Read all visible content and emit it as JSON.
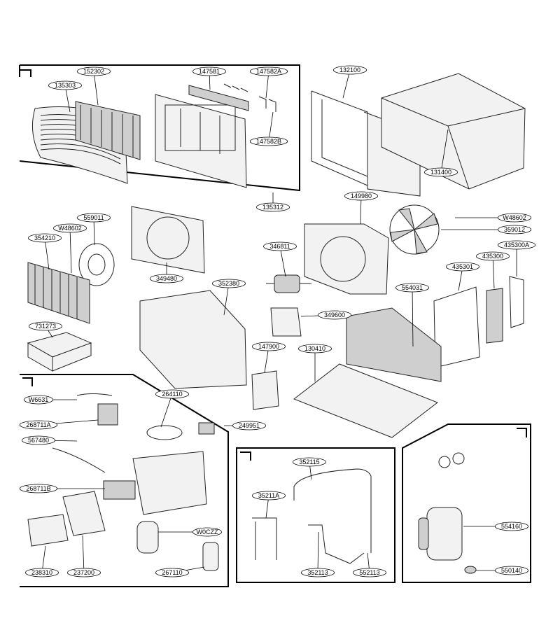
{
  "diagram": {
    "callouts": [
      {
        "id": "c-135303",
        "label": "135303"
      },
      {
        "id": "c-152302",
        "label": "152302"
      },
      {
        "id": "c-147581",
        "label": "147581"
      },
      {
        "id": "c-147582A",
        "label": "147582A"
      },
      {
        "id": "c-147582B",
        "label": "147582B"
      },
      {
        "id": "c-132100",
        "label": "132100"
      },
      {
        "id": "c-131400",
        "label": "131400"
      },
      {
        "id": "c-135312",
        "label": "135312"
      },
      {
        "id": "c-149980",
        "label": "149980"
      },
      {
        "id": "c-W48602a",
        "label": "W48602"
      },
      {
        "id": "c-359012",
        "label": "359012"
      },
      {
        "id": "c-559011",
        "label": "559011"
      },
      {
        "id": "c-W48602b",
        "label": "W48602"
      },
      {
        "id": "c-354210",
        "label": "354210"
      },
      {
        "id": "c-349480",
        "label": "349480"
      },
      {
        "id": "c-346811",
        "label": "346811"
      },
      {
        "id": "c-435300A",
        "label": "435300A"
      },
      {
        "id": "c-435300",
        "label": "435300"
      },
      {
        "id": "c-435301",
        "label": "435301"
      },
      {
        "id": "c-352380",
        "label": "352380"
      },
      {
        "id": "c-554031",
        "label": "554031"
      },
      {
        "id": "c-349600",
        "label": "349600"
      },
      {
        "id": "c-731273",
        "label": "731273"
      },
      {
        "id": "c-147900",
        "label": "147900"
      },
      {
        "id": "c-130410",
        "label": "130410"
      },
      {
        "id": "c-W6631",
        "label": "W6631"
      },
      {
        "id": "c-264110",
        "label": "264110"
      },
      {
        "id": "c-268711A",
        "label": "268711A"
      },
      {
        "id": "c-249951",
        "label": "249951"
      },
      {
        "id": "c-567480",
        "label": "567480"
      },
      {
        "id": "c-268711B",
        "label": "268711B"
      },
      {
        "id": "c-W0CZZ",
        "label": "W0CZZ"
      },
      {
        "id": "c-238310",
        "label": "238310"
      },
      {
        "id": "c-237200",
        "label": "237200"
      },
      {
        "id": "c-267110",
        "label": "267110"
      },
      {
        "id": "c-352115",
        "label": "352115"
      },
      {
        "id": "c-35211A",
        "label": "35211A"
      },
      {
        "id": "c-352113",
        "label": "352113"
      },
      {
        "id": "c-552113",
        "label": "552113"
      },
      {
        "id": "c-554160",
        "label": "554160"
      },
      {
        "id": "c-550140",
        "label": "550140"
      }
    ]
  }
}
